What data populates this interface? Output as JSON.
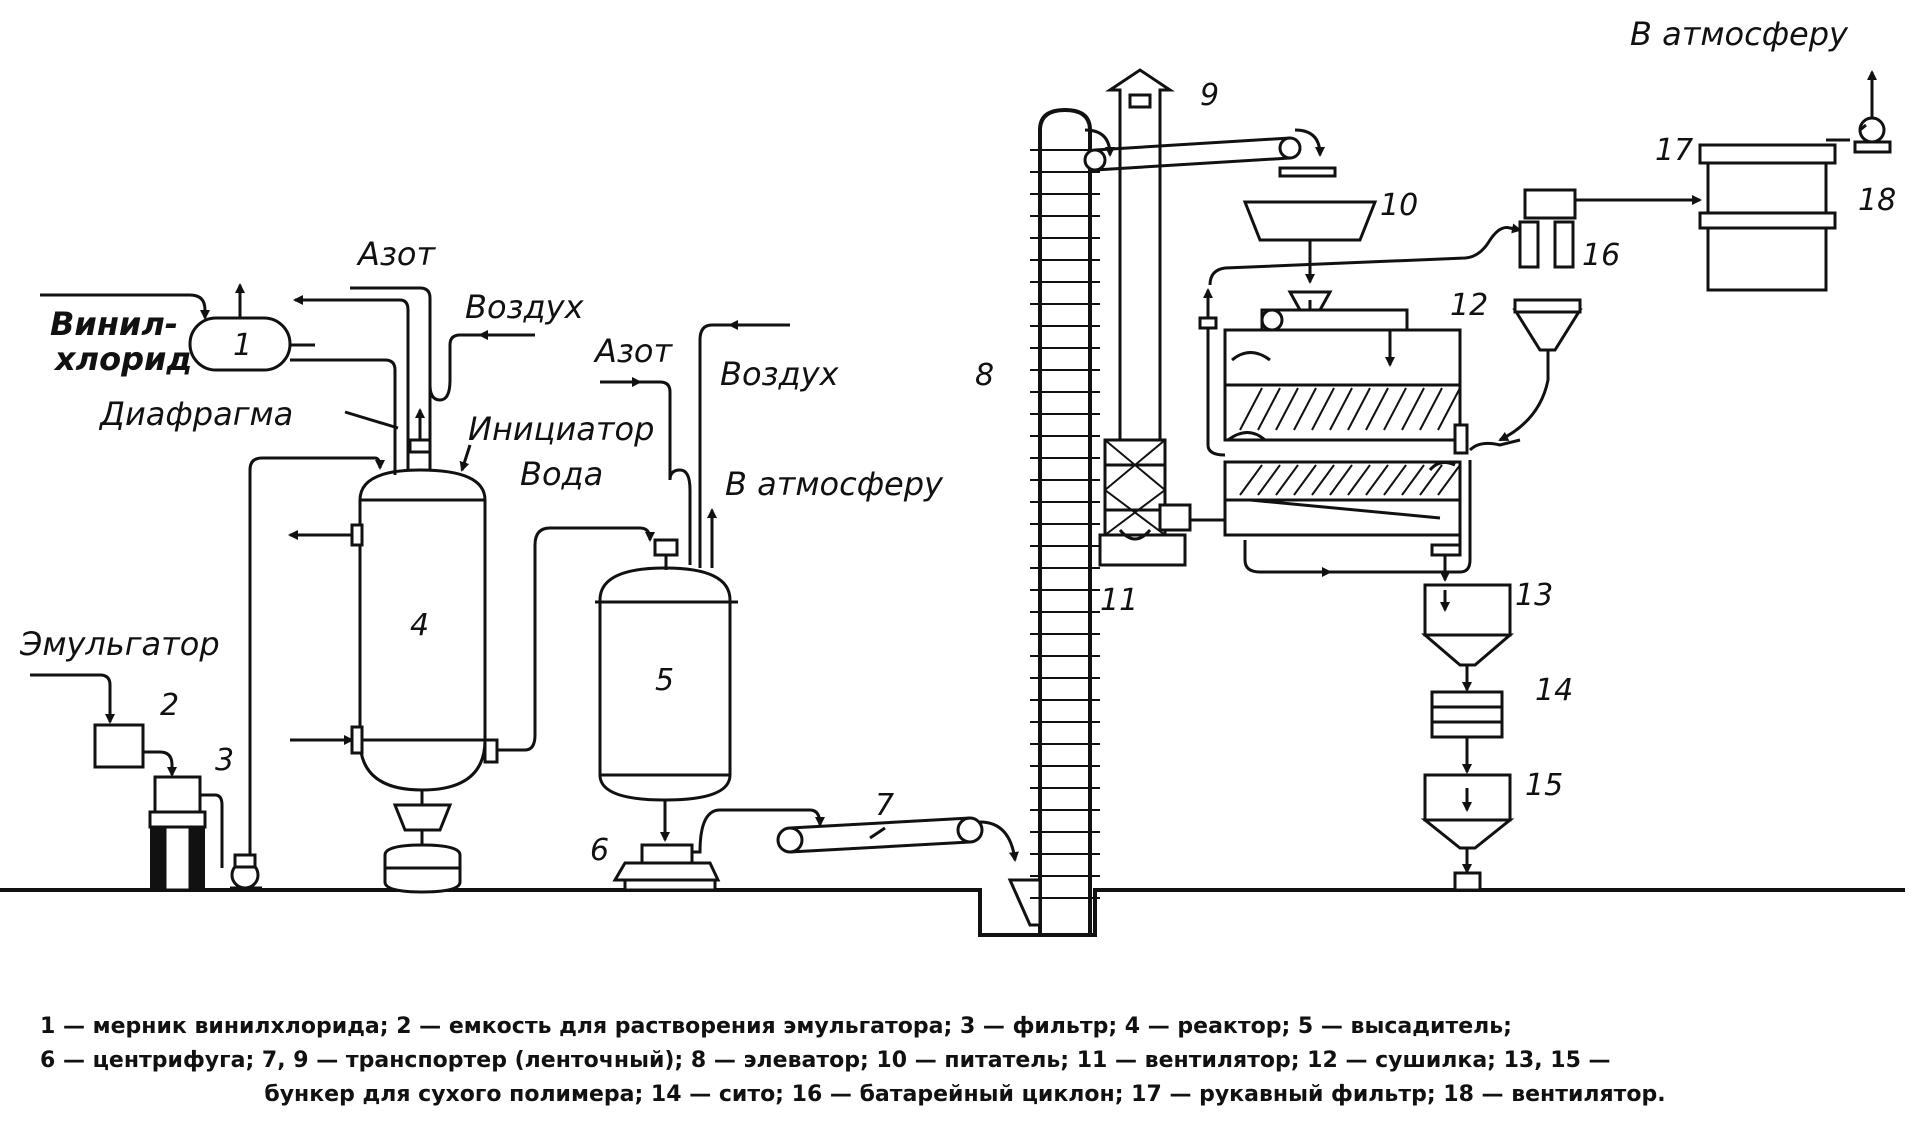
{
  "labels": {
    "vinyl_chloride": [
      "Винил-",
      "хлорид"
    ],
    "azot_1": "Азот",
    "vozdukh_1": "Воздух",
    "azot_2": "Азот",
    "vozdukh_2": "Воздух",
    "diafragma": "Диафрагма",
    "initsiator": "Инициатор",
    "voda": "Вода",
    "v_atmosferu_1": "В атмосферу",
    "v_atmosferu_2": "В атмосферу",
    "emulgator": "Эмульгатор"
  },
  "numbers": [
    "1",
    "2",
    "3",
    "4",
    "5",
    "6",
    "7",
    "8",
    "9",
    "10",
    "11",
    "12",
    "13",
    "14",
    "15",
    "16",
    "17",
    "18"
  ],
  "caption": {
    "line1": "1 — мерник винилхлорида; 2 — емкость для растворения эмульгатора; 3 — фильтр; 4 — реактор; 5 — высадитель;",
    "line2": "6 — центрифуга; 7, 9 — транспортер (ленточный); 8 — элеватор; 10 — питатель; 11 — вентилятор; 12 — сушилка; 13, 15 —",
    "line3": "бункер для сухого полимера; 14 — сито; 16 — батарейный циклон; 17 — рукавный фильтр; 18 — вентилятор."
  }
}
